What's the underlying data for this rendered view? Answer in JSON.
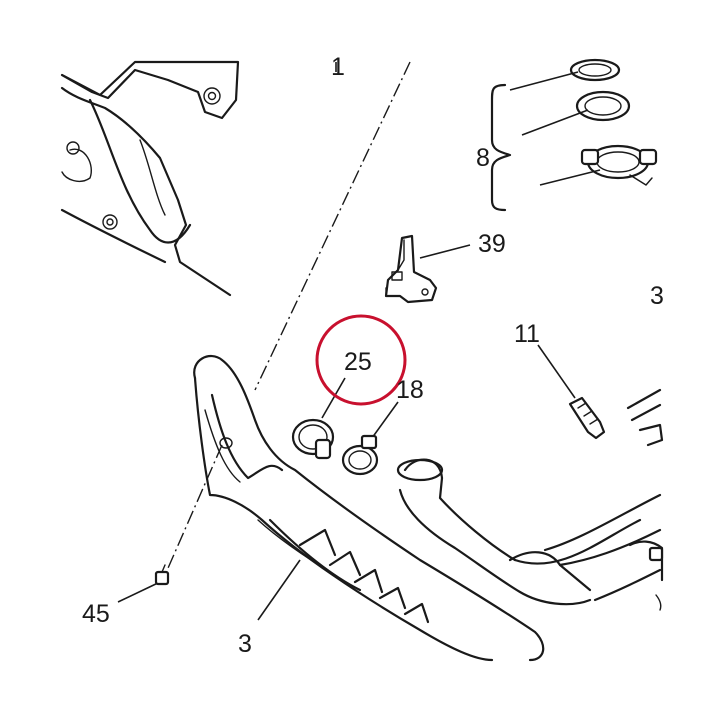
{
  "callouts": {
    "c1": "1",
    "c3a": "3",
    "c3b": "3",
    "c8": "8",
    "c11": "11",
    "c18": "18",
    "c25": "25",
    "c39": "39",
    "c45": "45"
  },
  "highlight": {
    "color": "#c8102e"
  }
}
